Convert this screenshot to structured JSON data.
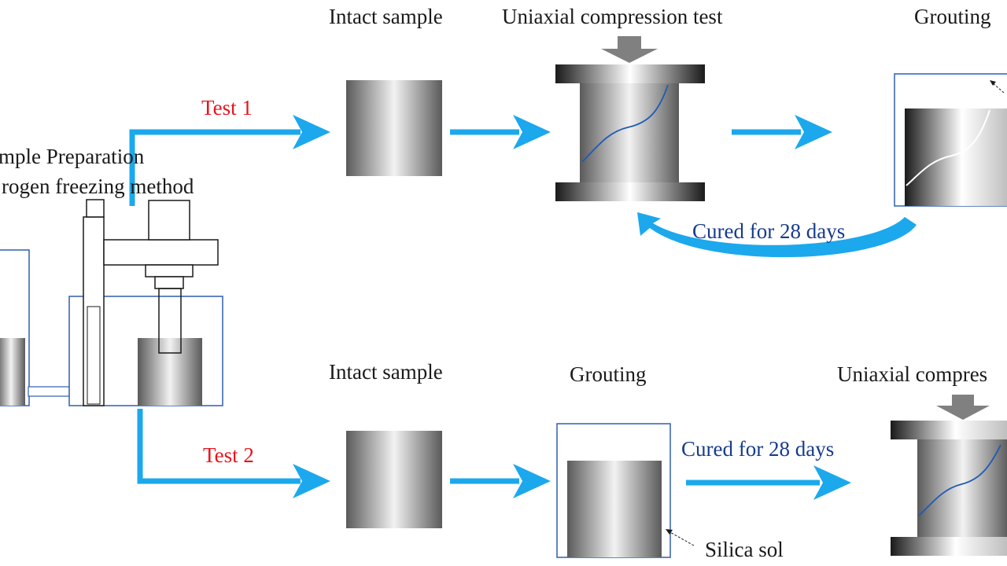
{
  "labels": {
    "sample_prep_line1": "mple Preparation",
    "sample_prep_line2": "rogen freezing method",
    "test1": "Test 1",
    "test2": "Test 2",
    "top_intact": "Intact sample",
    "top_ucs": "Uniaxial compression test",
    "top_grouting": "Grouting",
    "top_cured": "Cured for 28 days",
    "bottom_intact": "Intact sample",
    "bottom_grouting": "Grouting",
    "bottom_cured": "Cured for 28 days",
    "bottom_ucs": "Uniaxial compres",
    "silica_sol": "Silica sol"
  },
  "colors": {
    "flow_arrow": "#1ca8ec",
    "test_label": "#e8141c",
    "cured_label": "#173c8c",
    "outline_box": "#2f5fb0",
    "crack_line": "#1e5bb5",
    "grout_crack": "#ffffff",
    "press_arrow": "#808080"
  }
}
